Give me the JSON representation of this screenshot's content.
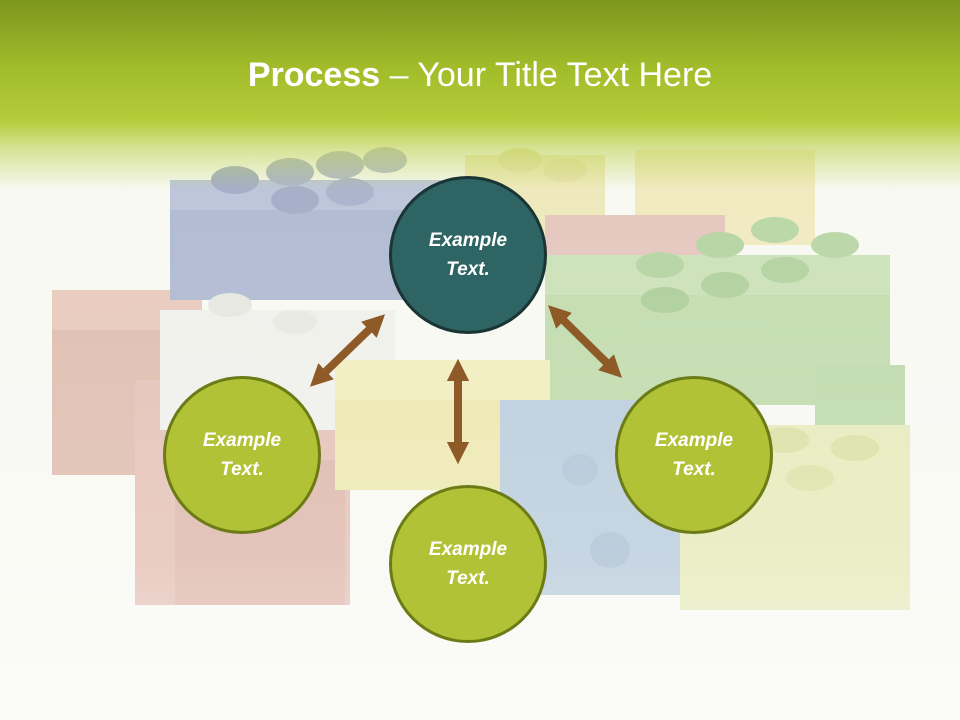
{
  "title": {
    "bold": "Process",
    "rest": " – Your Title Text Here"
  },
  "colors": {
    "header_green": "#a3bd2a",
    "center_circle": "#2e6464",
    "outer_circles": "#b2c236",
    "arrows": "#8e5a27",
    "text": "#ffffff"
  },
  "diagram": {
    "nodes": [
      {
        "id": "top",
        "line1": "Example",
        "line2": "Text."
      },
      {
        "id": "left",
        "line1": "Example",
        "line2": "Text."
      },
      {
        "id": "right",
        "line1": "Example",
        "line2": "Text."
      },
      {
        "id": "bottom",
        "line1": "Example",
        "line2": "Text."
      }
    ],
    "connections": [
      {
        "from": "top",
        "to": "left",
        "style": "double-arrow"
      },
      {
        "from": "top",
        "to": "right",
        "style": "double-arrow"
      },
      {
        "from": "top",
        "to": "bottom",
        "style": "double-arrow"
      }
    ]
  }
}
